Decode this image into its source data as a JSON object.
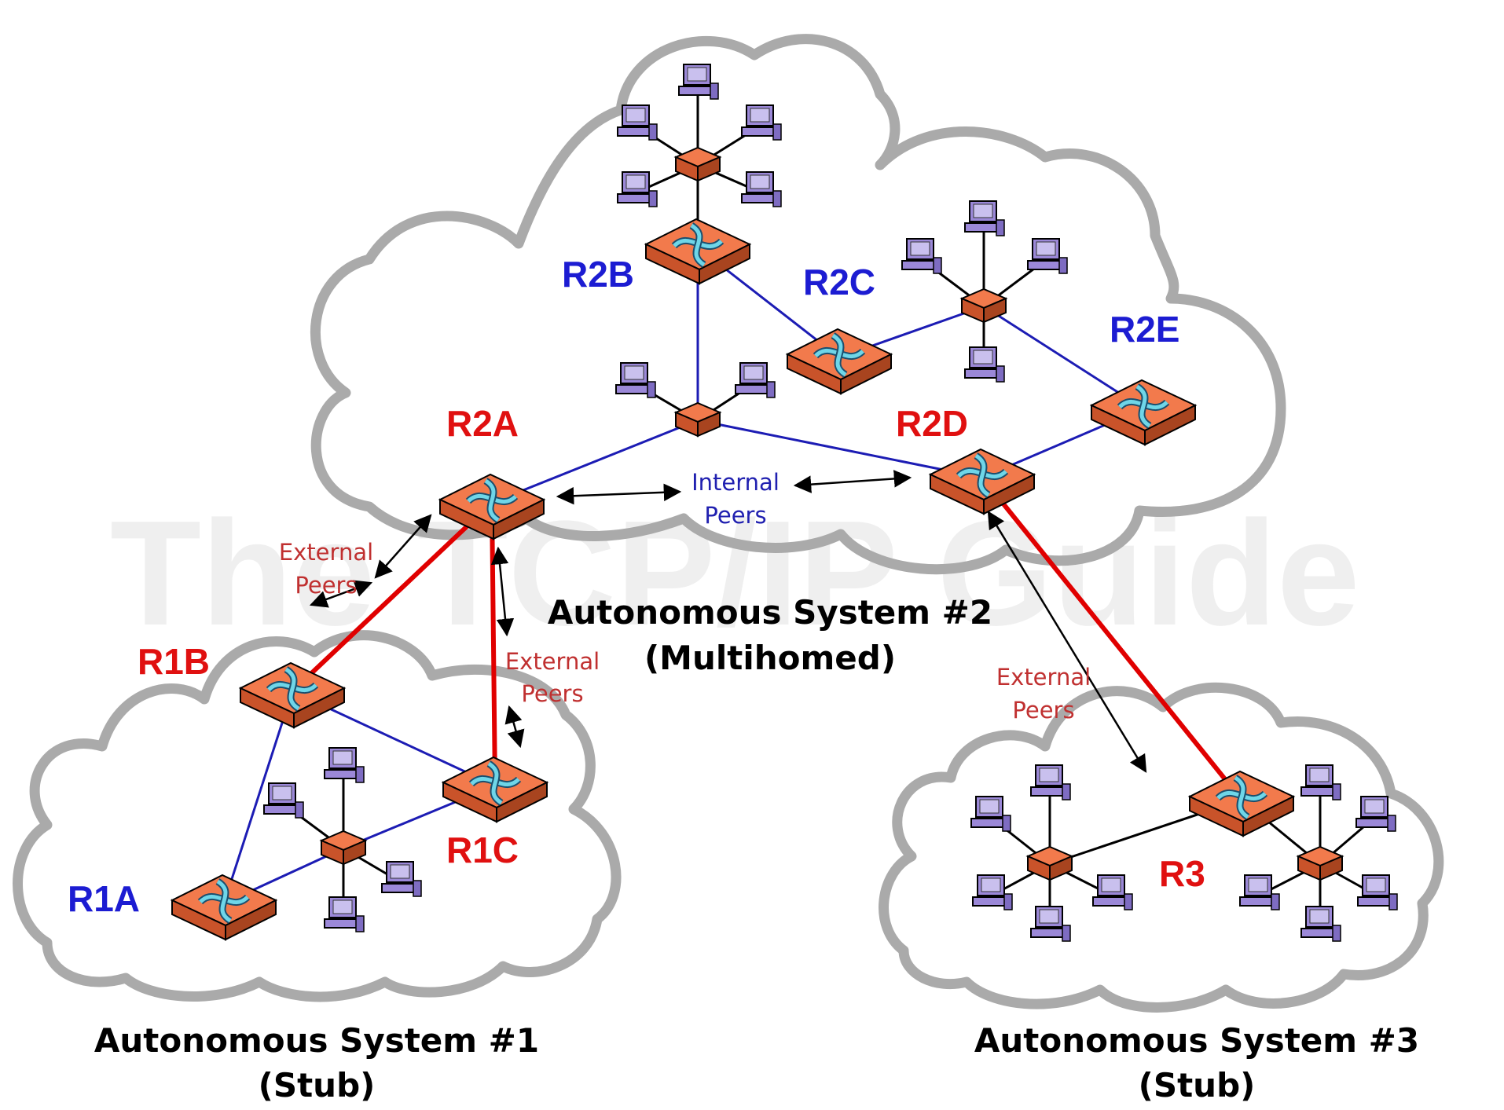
{
  "watermark": "The TCP/IP Guide",
  "colors": {
    "cloud": "#aaaaaa",
    "ibgp_link": "#1c1cb4",
    "ebgp_link": "#e00000",
    "lan_link": "#000000",
    "router_face": "#f27a4c",
    "router_side": "#c9532a",
    "blue_text": "#1c1cd2",
    "red_text": "#e01010",
    "peer_internal_text": "#2020b0",
    "peer_external_text": "#c03030",
    "computer": "#9b88d8"
  },
  "routers": {
    "r2a": "R2A",
    "r2b": "R2B",
    "r2c": "R2C",
    "r2d": "R2D",
    "r2e": "R2E",
    "r1a": "R1A",
    "r1b": "R1B",
    "r1c": "R1C",
    "r3": "R3"
  },
  "peers": {
    "internal": [
      "Internal",
      "Peers"
    ],
    "external_ab": [
      "External",
      "Peers"
    ],
    "external_ac": [
      "External",
      "Peers"
    ],
    "external_d3": [
      "External",
      "Peers"
    ]
  },
  "systems": {
    "as2": {
      "name": "Autonomous System #2",
      "type": "(Multihomed)"
    },
    "as1": {
      "name": "Autonomous System #1",
      "type": "(Stub)"
    },
    "as3": {
      "name": "Autonomous System #3",
      "type": "(Stub)"
    }
  }
}
